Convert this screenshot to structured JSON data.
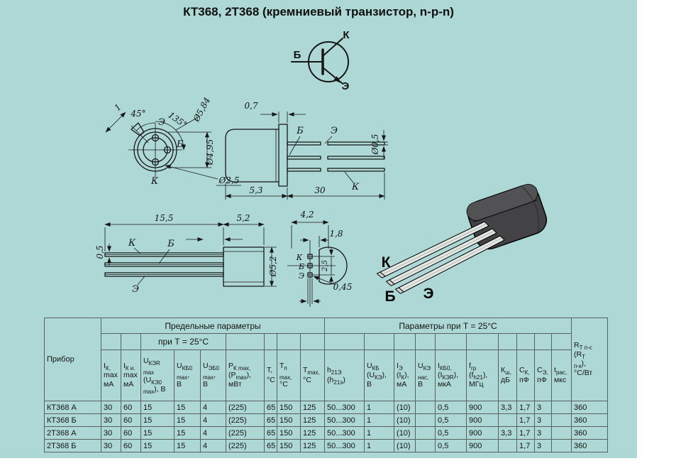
{
  "colors": {
    "background_teal": "#add8d5",
    "page_white": "#ffffff",
    "line": "#161616",
    "table_border": "#59615e",
    "package_body_dark": "#434345",
    "package_body_light": "#525254",
    "lead_fill": "#e3e8e4"
  },
  "title": "КТ368, 2Т368 (кремниевый транзистор, n-p-n)",
  "symbol": {
    "base_label": "Б",
    "collector_label": "К",
    "emitter_label": "Э"
  },
  "top_view": {
    "pin_top": "Э",
    "pin_right": "Б",
    "pin_bottom": "К",
    "dim_tab_width": "1",
    "dim_tab_angle": "45°",
    "dim_pin_angle": "135°",
    "dim_outer_dia": "Ø5,84",
    "dim_inner_dia": "Ø4,95",
    "dim_pin_circle_dia": "Ø2,5"
  },
  "can_view": {
    "lead_base": "Б",
    "lead_emitter": "Э",
    "lead_collector": "К",
    "dim_flange": "0,7",
    "dim_body_len": "5,3",
    "dim_lead_len": "30",
    "dim_lead_dia": "Ø0,5"
  },
  "flat_view": {
    "lead_collector": "К",
    "lead_base": "Б",
    "lead_emitter": "Э",
    "dim_lead_len": "15,5",
    "dim_body_len": "5,2",
    "dim_body_dia": "Ø5,2",
    "dim_lead_thickness": "0,5"
  },
  "end_view": {
    "pin1": "К",
    "pin2": "Б",
    "pin3": "Э",
    "dim_width": "4,2",
    "dim_offset": "1,8",
    "dim_pitch": "2,5",
    "dim_pin_size": "0,45"
  },
  "photo": {
    "lead1": "К",
    "lead2": "Б",
    "lead3": "Э"
  },
  "table": {
    "device_header": "Прибор",
    "group_limits": "Предельные параметры",
    "group_params": "Параметры при Т = 25°С",
    "sub_at_t": "при Т = 25°С",
    "headers": [
      "I_{К,}\nmax\nмА",
      "I_{К и.}\nmax\nмА",
      "U_{КЭR}\n_{max}\n(U_{КЭ0}\n_{max}), В",
      "U_{КБ0}\n_{max},\nВ",
      "U_{ЭБ0}\n_{max},\nВ",
      "P_{К max,}\n(P_{max}),\nмВт",
      "T,\n°С",
      "T_{п}\n_{max,}\n°С",
      "T_{max,}\n°С",
      "h_{21Э}\n(h_{21э})",
      "U_{КБ}\n(U_{КЭ}),\nВ",
      "I_{Э}\n(I_{К}),\nмА",
      "U_{КЭ}\n_{нас,}\nВ",
      "I_{КБ0,}\n(I_{КЭR}),\nмкА",
      "f_{гр}\n(f_{h21}),\nМГц",
      "К_{ш,}\nдБ",
      "С_{К,}\nпФ",
      "С_{Э,}\nпФ",
      "t_{рас,}\nмкс",
      "R_{Т п-с}\n(R_{Т}\n_{п-к}),\n°С/Вт"
    ],
    "rows": [
      {
        "name": "КТ368 А",
        "cells": [
          "30",
          "60",
          "15",
          "15",
          "4",
          "(225)",
          "65",
          "150",
          "125",
          "50...300",
          "1",
          "(10)",
          "",
          "0,5",
          "900",
          "3,3",
          "1,7",
          "3",
          "",
          "360"
        ]
      },
      {
        "name": "КТ368 Б",
        "cells": [
          "30",
          "60",
          "15",
          "15",
          "4",
          "(225)",
          "65",
          "150",
          "125",
          "50...300",
          "1",
          "(10)",
          "",
          "0,5",
          "900",
          "",
          "1,7",
          "3",
          "",
          "360"
        ]
      },
      {
        "name": "2Т368 А",
        "cells": [
          "30",
          "60",
          "15",
          "15",
          "4",
          "(225)",
          "65",
          "150",
          "125",
          "50...300",
          "1",
          "(10)",
          "",
          "0,5",
          "900",
          "3,3",
          "1,7",
          "3",
          "",
          "360"
        ]
      },
      {
        "name": "2Т368 Б",
        "cells": [
          "30",
          "60",
          "15",
          "15",
          "4",
          "(225)",
          "65",
          "150",
          "125",
          "50...300",
          "1",
          "(10)",
          "",
          "0,5",
          "900",
          "",
          "1,7",
          "3",
          "",
          "360"
        ]
      }
    ]
  }
}
